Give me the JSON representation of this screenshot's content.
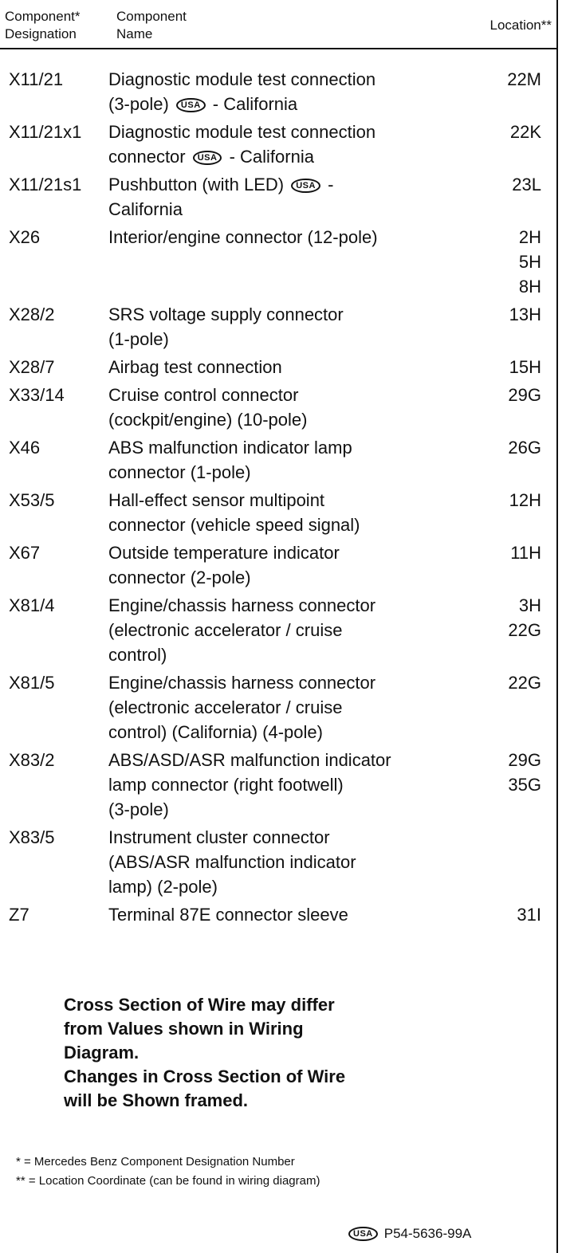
{
  "header": {
    "designation_l1": "Component*",
    "designation_l2": "Designation",
    "name_l1": "Component",
    "name_l2": "Name",
    "location": "Location**"
  },
  "badge_text": "USA",
  "rows": [
    {
      "designation": "X11/21",
      "lines": [
        "Diagnostic module test connection",
        "(3-pole) {USA} - California"
      ],
      "locations": [
        "22M"
      ]
    },
    {
      "designation": "X11/21x1",
      "lines": [
        "Diagnostic module test connection",
        "connector {USA} - California"
      ],
      "locations": [
        "22K"
      ]
    },
    {
      "designation": "X11/21s1",
      "lines": [
        "Pushbutton (with LED) {USA} -",
        "California"
      ],
      "locations": [
        "23L"
      ]
    },
    {
      "designation": "X26",
      "lines": [
        "Interior/engine connector (12-pole)"
      ],
      "locations": [
        "2H",
        "5H",
        "8H"
      ]
    },
    {
      "designation": "X28/2",
      "lines": [
        "SRS voltage supply connector",
        "(1-pole)"
      ],
      "locations": [
        "13H"
      ]
    },
    {
      "designation": "X28/7",
      "lines": [
        "Airbag test connection"
      ],
      "locations": [
        "15H"
      ]
    },
    {
      "designation": "X33/14",
      "lines": [
        "Cruise control connector",
        "(cockpit/engine) (10-pole)"
      ],
      "locations": [
        "29G"
      ]
    },
    {
      "designation": "X46",
      "lines": [
        "ABS malfunction indicator lamp",
        "connector (1-pole)"
      ],
      "locations": [
        "26G"
      ]
    },
    {
      "designation": "X53/5",
      "lines": [
        "Hall-effect sensor multipoint",
        "connector (vehicle speed signal)"
      ],
      "locations": [
        "12H"
      ]
    },
    {
      "designation": "X67",
      "lines": [
        "Outside temperature indicator",
        "connector (2-pole)"
      ],
      "locations": [
        "11H"
      ]
    },
    {
      "designation": "X81/4",
      "lines": [
        "Engine/chassis harness connector",
        "(electronic accelerator / cruise",
        "control)"
      ],
      "locations": [
        "3H",
        "22G"
      ]
    },
    {
      "designation": "X81/5",
      "lines": [
        "Engine/chassis harness connector",
        "(electronic accelerator / cruise",
        "control) (California) (4-pole)"
      ],
      "locations": [
        "22G"
      ]
    },
    {
      "designation": "X83/2",
      "lines": [
        "ABS/ASD/ASR malfunction indicator",
        "lamp connector (right footwell)",
        "(3-pole)"
      ],
      "locations": [
        "29G",
        "35G"
      ]
    },
    {
      "designation": "X83/5",
      "lines": [
        "Instrument cluster connector",
        "(ABS/ASR malfunction indicator",
        "lamp) (2-pole)"
      ],
      "locations": []
    },
    {
      "designation": "Z7",
      "lines": [
        "Terminal 87E connector sleeve"
      ],
      "locations": [
        "31I"
      ]
    }
  ],
  "notice": {
    "lines": [
      "Cross Section of Wire may differ",
      "from Values shown in Wiring",
      "Diagram.",
      "Changes in Cross Section of Wire",
      "will be Shown framed."
    ]
  },
  "footnotes": [
    "* = Mercedes Benz Component Designation Number",
    "** = Location Coordinate (can be found in wiring diagram)"
  ],
  "reference": "P54-5636-99A"
}
